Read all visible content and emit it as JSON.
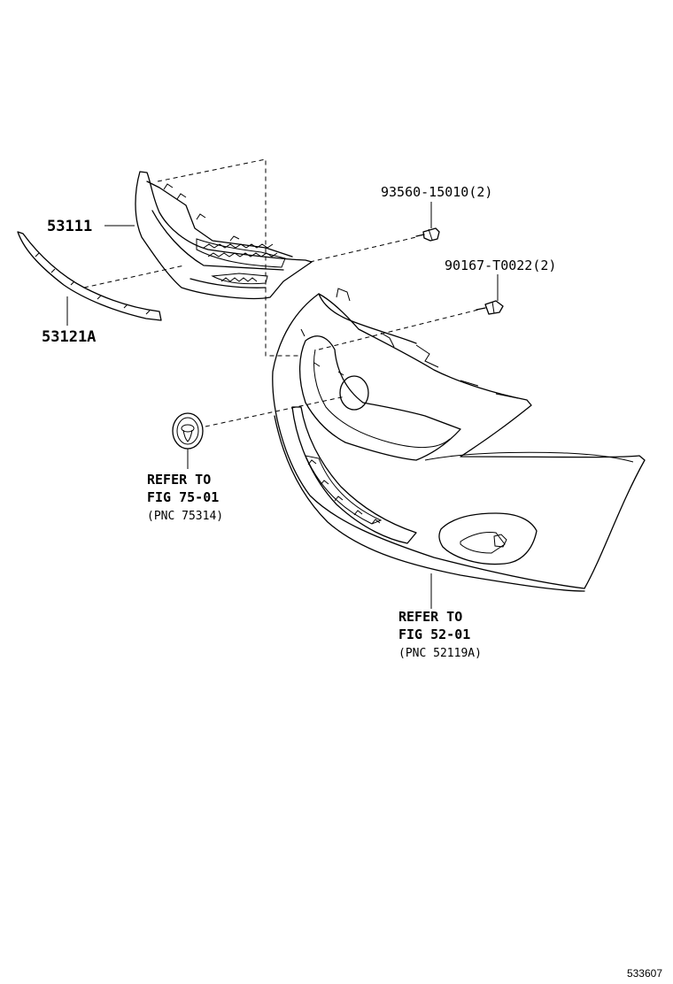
{
  "parts": {
    "grille": {
      "number": "53111"
    },
    "molding": {
      "number": "53121A"
    },
    "screw": {
      "number": "93560-15010",
      "qty": "(2)"
    },
    "clip": {
      "number": "90167-T0022",
      "qty": "(2)"
    }
  },
  "references": {
    "emblem": {
      "line1": "REFER TO",
      "line2": "FIG 75-01",
      "line3": "(PNC 75314)"
    },
    "bumper": {
      "line1": "REFER TO",
      "line2": "FIG 52-01",
      "line3": "(PNC 52119A)"
    }
  },
  "illustration_id": "533607"
}
